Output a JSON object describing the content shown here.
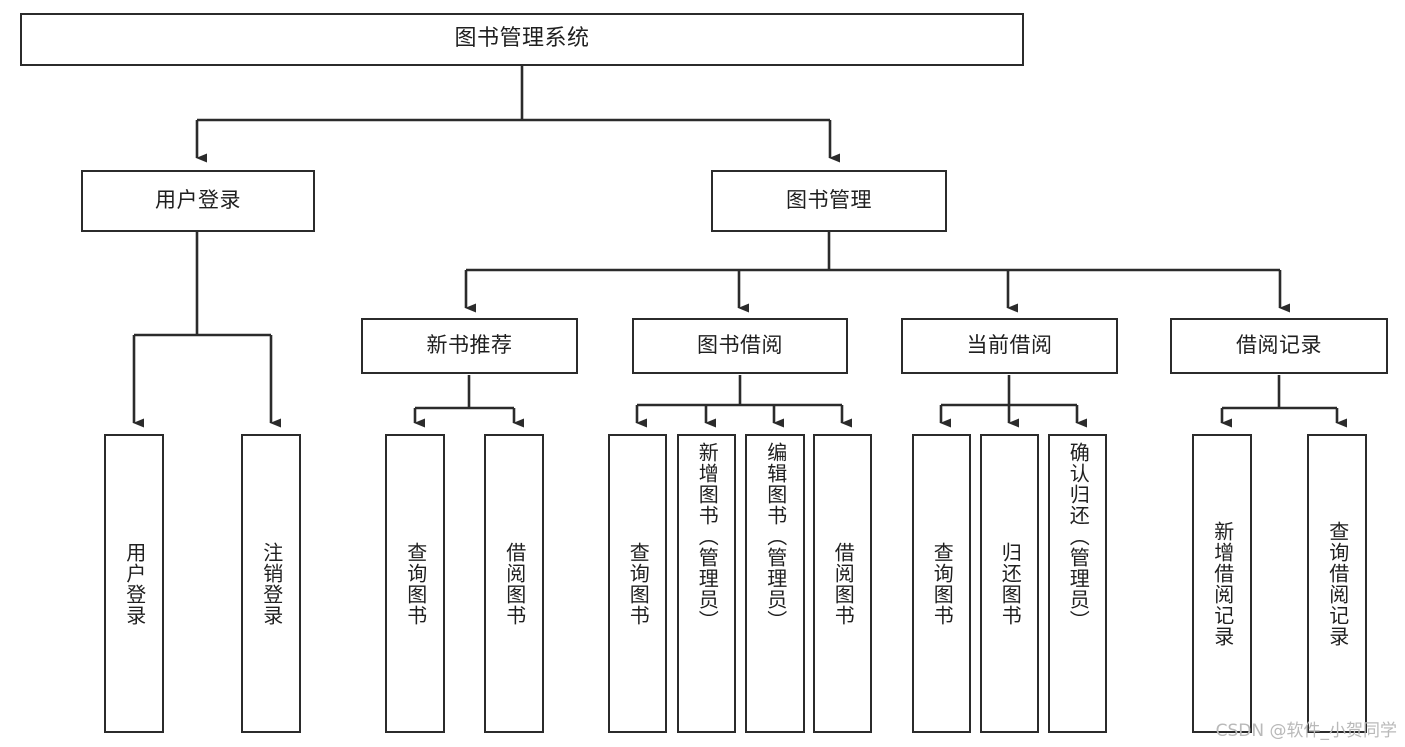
{
  "diagram": {
    "title": "图书管理系统",
    "type": "tree-hierarchy-chart",
    "orientation": "top-down",
    "levels": 4
  },
  "root": {
    "label": "图书管理系统"
  },
  "level2": [
    {
      "id": "user-login",
      "label": "用户登录"
    },
    {
      "id": "book-management",
      "label": "图书管理"
    }
  ],
  "level3": [
    {
      "id": "new-book-recommend",
      "label": "新书推荐"
    },
    {
      "id": "book-borrow",
      "label": "图书借阅"
    },
    {
      "id": "current-borrow",
      "label": "当前借阅"
    },
    {
      "id": "borrow-record",
      "label": "借阅记录"
    }
  ],
  "leaves": {
    "user_login": [
      {
        "id": "leaf-user-login",
        "label": "用户登录"
      },
      {
        "id": "leaf-logout-login",
        "label": "注销登录"
      }
    ],
    "new_book_recommend": [
      {
        "id": "leaf-query-book-1",
        "label": "查询图书"
      },
      {
        "id": "leaf-borrow-book-1",
        "label": "借阅图书"
      }
    ],
    "book_borrow": [
      {
        "id": "leaf-query-book-2",
        "label": "查询图书"
      },
      {
        "id": "leaf-add-book",
        "label": "新增图书（管理员）"
      },
      {
        "id": "leaf-edit-book",
        "label": "编辑图书（管理员）"
      },
      {
        "id": "leaf-borrow-book-2",
        "label": "借阅图书"
      }
    ],
    "current_borrow": [
      {
        "id": "leaf-query-book-3",
        "label": "查询图书"
      },
      {
        "id": "leaf-return-book",
        "label": "归还图书"
      },
      {
        "id": "leaf-confirm-return",
        "label": "确认归还（管理员）"
      }
    ],
    "borrow_record": [
      {
        "id": "leaf-add-borrow-record",
        "label": "新增借阅记录"
      },
      {
        "id": "leaf-query-borrow-record",
        "label": "查询借阅记录"
      }
    ]
  },
  "watermark": {
    "text": "CSDN @软件_小贺同学"
  },
  "colors": {
    "box_border": "#2b2b2b",
    "box_fill": "#ffffff",
    "connector": "#2b2b2b",
    "text": "#1f1f1f",
    "watermark": "#b9b9b9",
    "background": "#ffffff"
  }
}
